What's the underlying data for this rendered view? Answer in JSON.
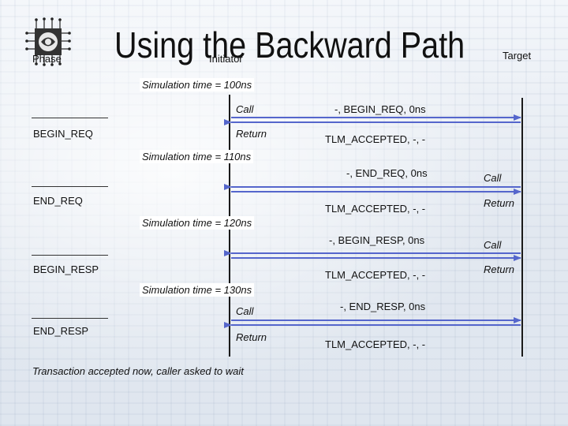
{
  "title": "Using the Backward Path",
  "header": {
    "phase": "Phase",
    "initiator": "Initiator",
    "target": "Target"
  },
  "sections": [
    {
      "sim_time": "Simulation time = 100ns",
      "phase_label": "BEGIN_REQ",
      "call_text": "-, BEGIN_REQ, 0ns",
      "return_text": "TLM_ACCEPTED, -, -",
      "call_label": "Call",
      "return_label": "Return"
    },
    {
      "sim_time": "Simulation time = 110ns",
      "phase_label": "END_REQ",
      "call_text": "-, END_REQ, 0ns",
      "return_text": "TLM_ACCEPTED, -, -",
      "call_label": "Call",
      "return_label": "Return"
    },
    {
      "sim_time": "Simulation time = 120ns",
      "phase_label": "BEGIN_RESP",
      "call_text": "-, BEGIN_RESP, 0ns",
      "return_text": "TLM_ACCEPTED, -, -",
      "call_label": "Call",
      "return_label": "Return"
    },
    {
      "sim_time": "Simulation time = 130ns",
      "phase_label": "END_RESP",
      "call_text": "-, END_RESP, 0ns",
      "return_text": "TLM_ACCEPTED, -, -",
      "call_label": "Call",
      "return_label": "Return"
    }
  ],
  "footnote": "Transaction accepted now, caller asked to wait",
  "colors": {
    "arrow": "#5566cc",
    "lifeline": "#1a1a1a"
  }
}
